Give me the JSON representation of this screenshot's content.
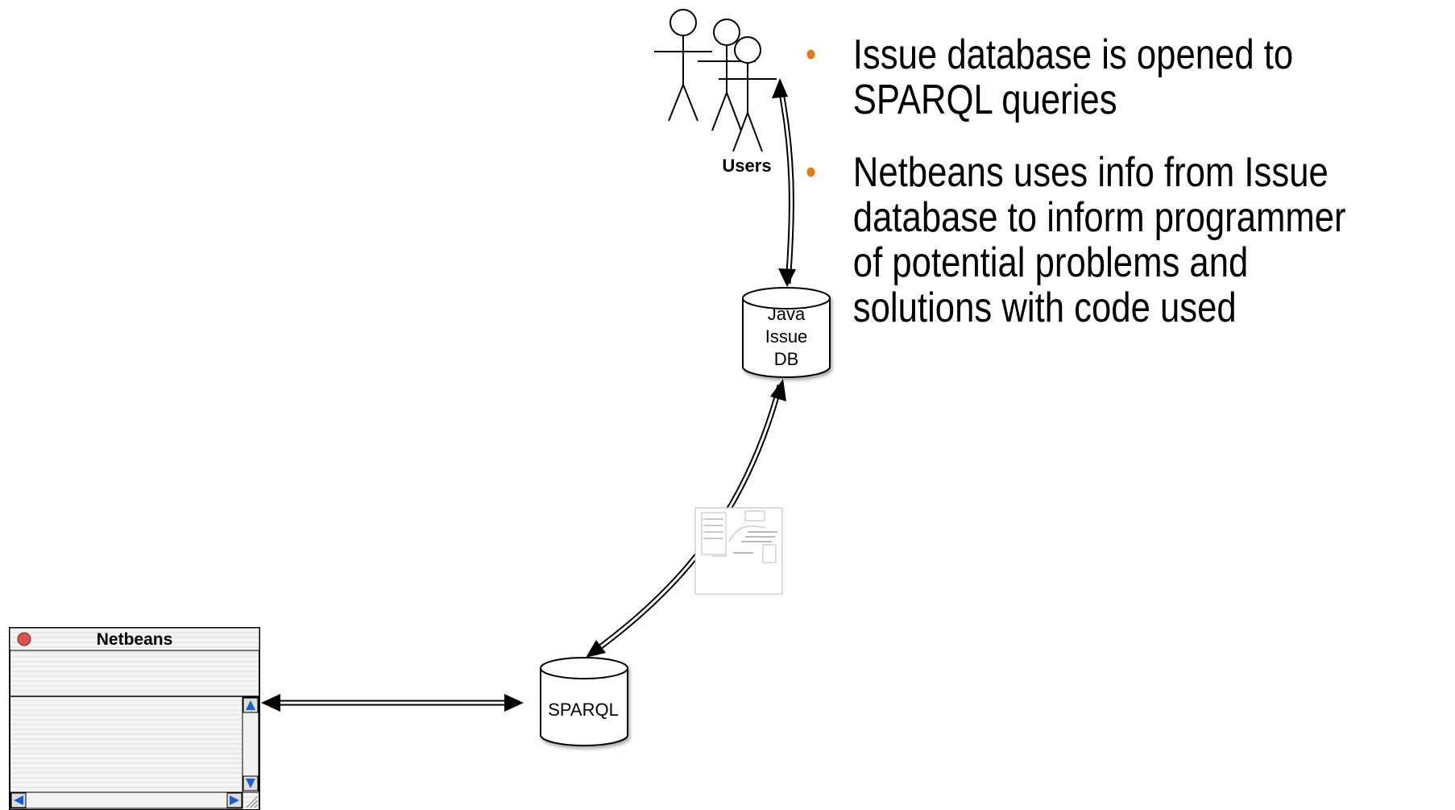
{
  "users_label": "Users",
  "java_db": {
    "line1": "Java",
    "line2": "Issue",
    "line3": "DB"
  },
  "sparql_label": "SPARQL",
  "netbeans_title": "Netbeans",
  "bullets": [
    "Issue database is opened to SPARQL queries",
    "Netbeans uses info from Issue database to inform programmer of potential problems and solutions with code used"
  ],
  "colors": {
    "bullet": "#e07b18",
    "scroll_arrow": "#1a5fd0",
    "close_button": "#d9534f"
  }
}
